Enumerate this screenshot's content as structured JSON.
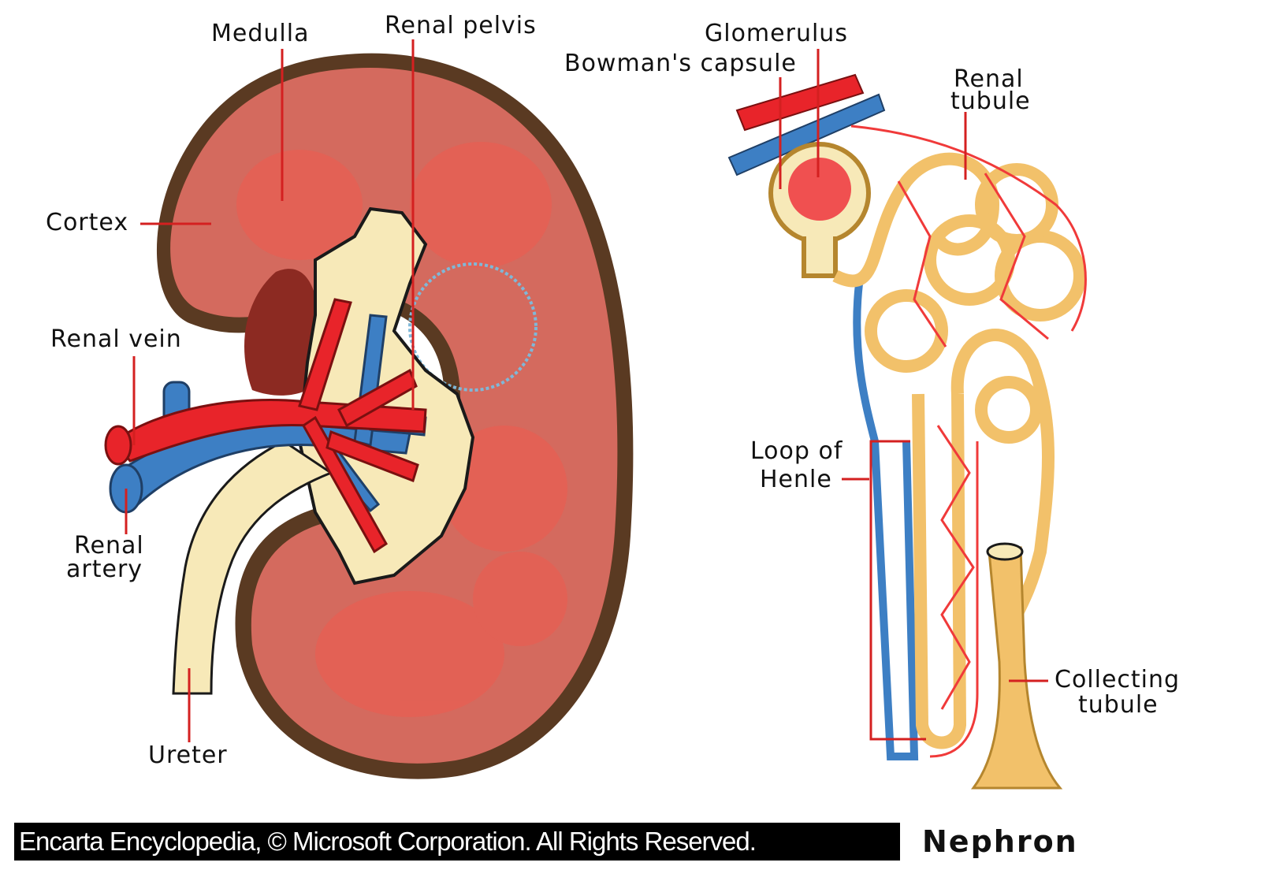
{
  "labels": {
    "medulla": "Medulla",
    "renal_pelvis": "Renal pelvis",
    "cortex": "Cortex",
    "renal_vein": "Renal vein",
    "renal_artery_1": "Renal",
    "renal_artery_2": "artery",
    "ureter": "Ureter",
    "glomerulus": "Glomerulus",
    "bowmans_capsule": "Bowman's capsule",
    "renal_tubule_1": "Renal",
    "renal_tubule_2": "tubule",
    "loop_of_henle_1": "Loop of",
    "loop_of_henle_2": "Henle",
    "collecting_tubule_1": "Collecting",
    "collecting_tubule_2": "tubule"
  },
  "copyright": "Encarta Encyclopedia, © Microsoft Corporation. All Rights Reserved.",
  "caption": "Nephron",
  "colors": {
    "kidney_capsule": "#5a3a22",
    "kidney_tissue": "#d46a5e",
    "pelvis": "#f7e9b8",
    "artery": "#e8242a",
    "vein": "#3d7fc4",
    "tubule": "#f2c16a",
    "tubule_outline": "#b5862e",
    "leader": "#d42020"
  }
}
